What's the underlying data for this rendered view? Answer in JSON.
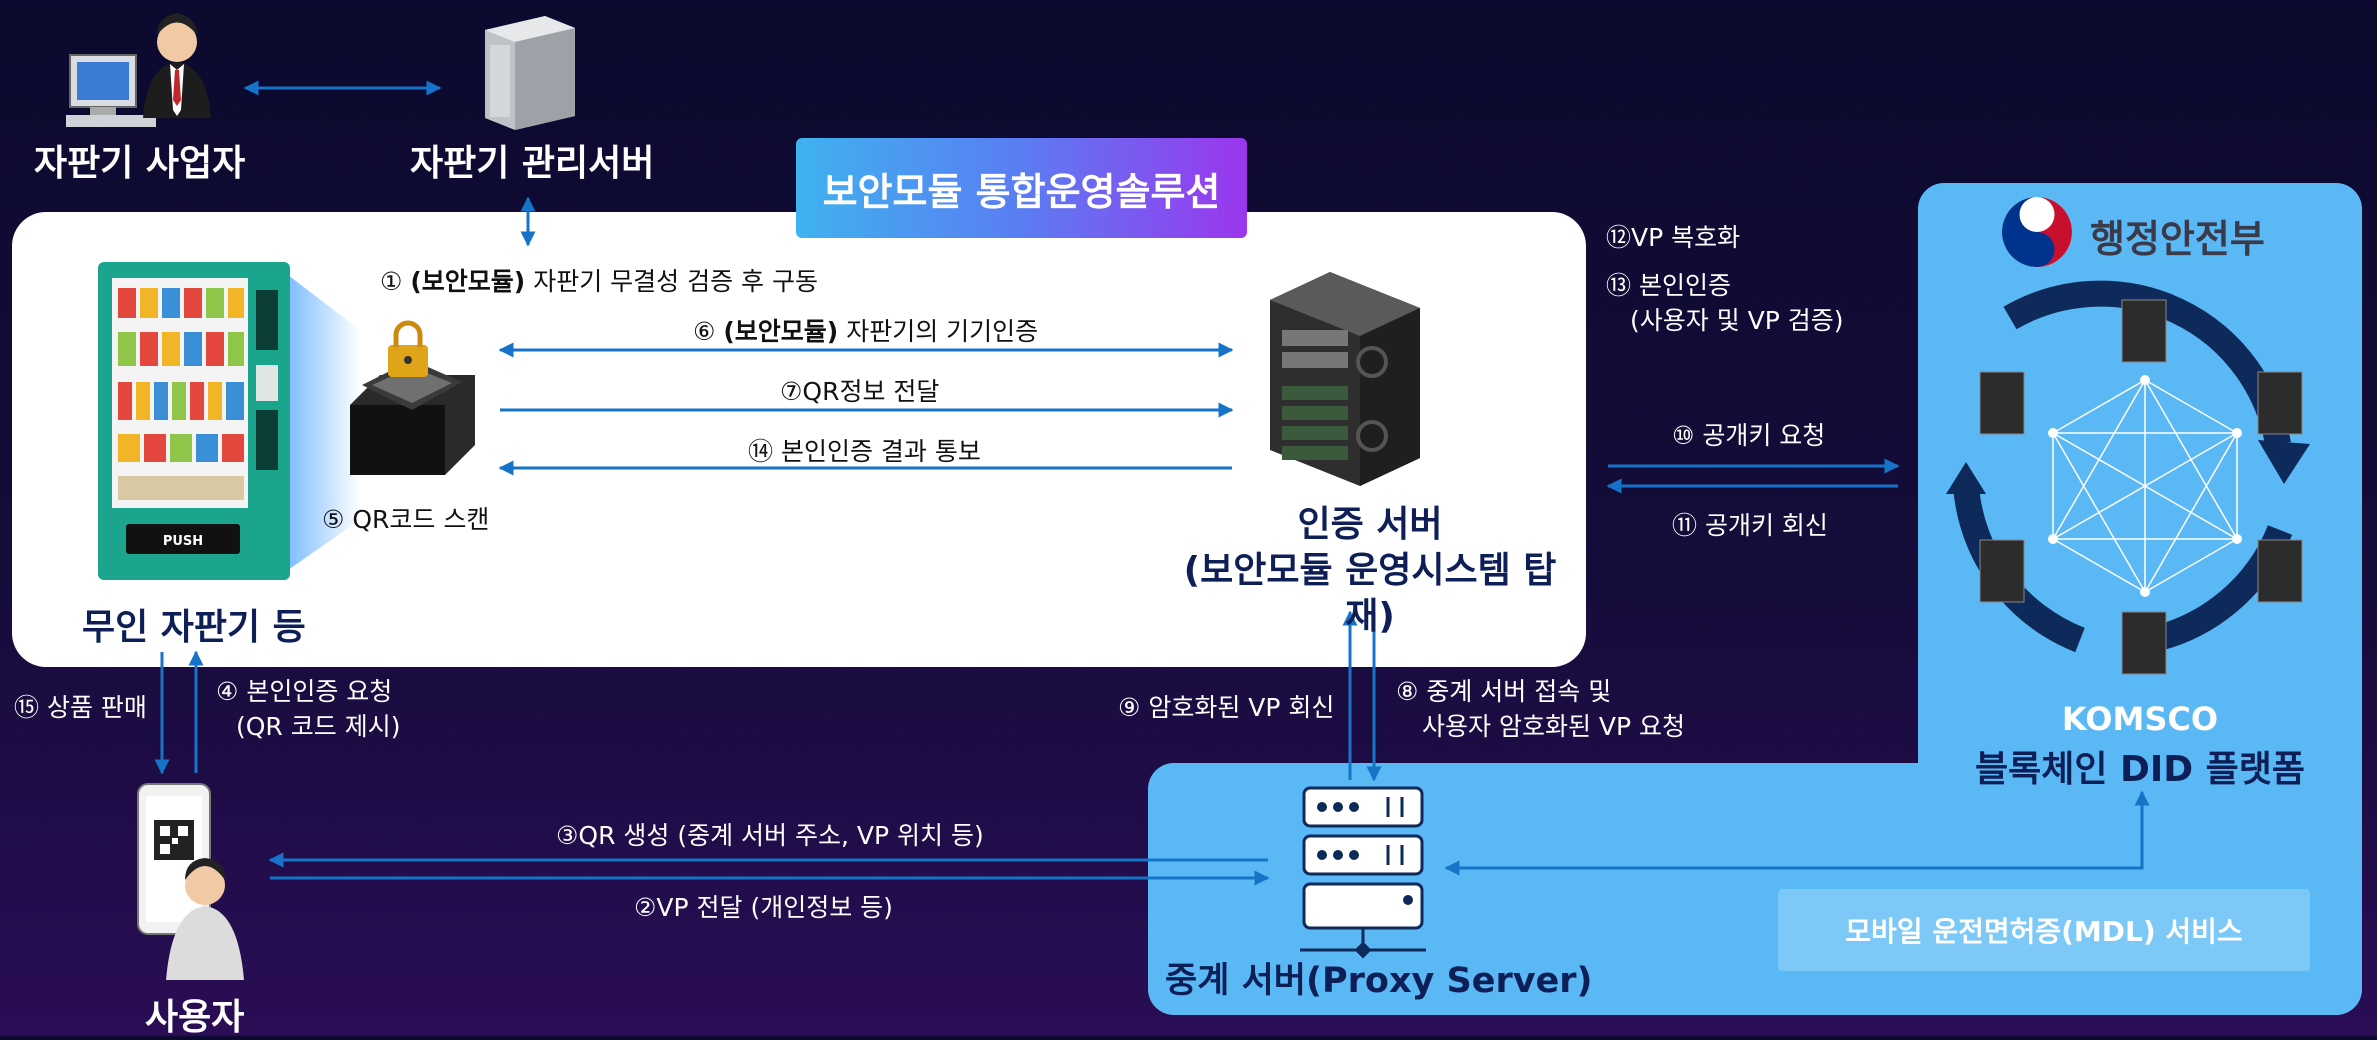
{
  "title": "보안모듈 통합운영솔루션",
  "nodes": {
    "operator": "자판기 사업자",
    "admin_server": "자판기 관리서버",
    "vending": "무인 자판기 등",
    "auth_server_line1": "인증 서버",
    "auth_server_line2": "(보안모듈 운영시스템 탑재)",
    "user": "사용자",
    "proxy": "중계 서버(Proxy Server)",
    "ministry": "행정안전부",
    "komsco": "KOMSCO",
    "did_platform": "블록체인 DID 플랫폼",
    "mdl": "모바일 운전면허증(MDL) 서비스",
    "vending_push": "PUSH"
  },
  "steps": {
    "s1_num": "①",
    "s1_bold": "(보안모듈)",
    "s1_text": "자판기 무결성 검증 후 구동",
    "s2": "②VP 전달 (개인정보 등)",
    "s3": "③QR 생성 (중계 서버 주소, VP 위치 등)",
    "s4_line1": "④ 본인인증 요청",
    "s4_line2": "(QR 코드 제시)",
    "s5": "⑤ QR코드 스캔",
    "s6_num": "⑥",
    "s6_bold": "(보안모듈)",
    "s6_text": "자판기의 기기인증",
    "s7": "⑦QR정보 전달",
    "s8_line1": "⑧ 중계 서버 접속 및",
    "s8_line2": "사용자 암호화된 VP 요청",
    "s9": "⑨ 암호화된 VP 회신",
    "s10": "⑩ 공개키 요청",
    "s11": "⑪ 공개키 회신",
    "s12": "⑫VP 복호화",
    "s13_line1": "⑬ 본인인증",
    "s13_line2": "(사용자 및 VP 검증)",
    "s14": "⑭ 본인인증 결과 통보",
    "s15": "⑮ 상품 판매"
  },
  "colors": {
    "arrow": "#1673c8",
    "panel_blue": "#5ab8f5",
    "label_dark": "#0e1f57",
    "server_dark": "#0e2a5a"
  }
}
